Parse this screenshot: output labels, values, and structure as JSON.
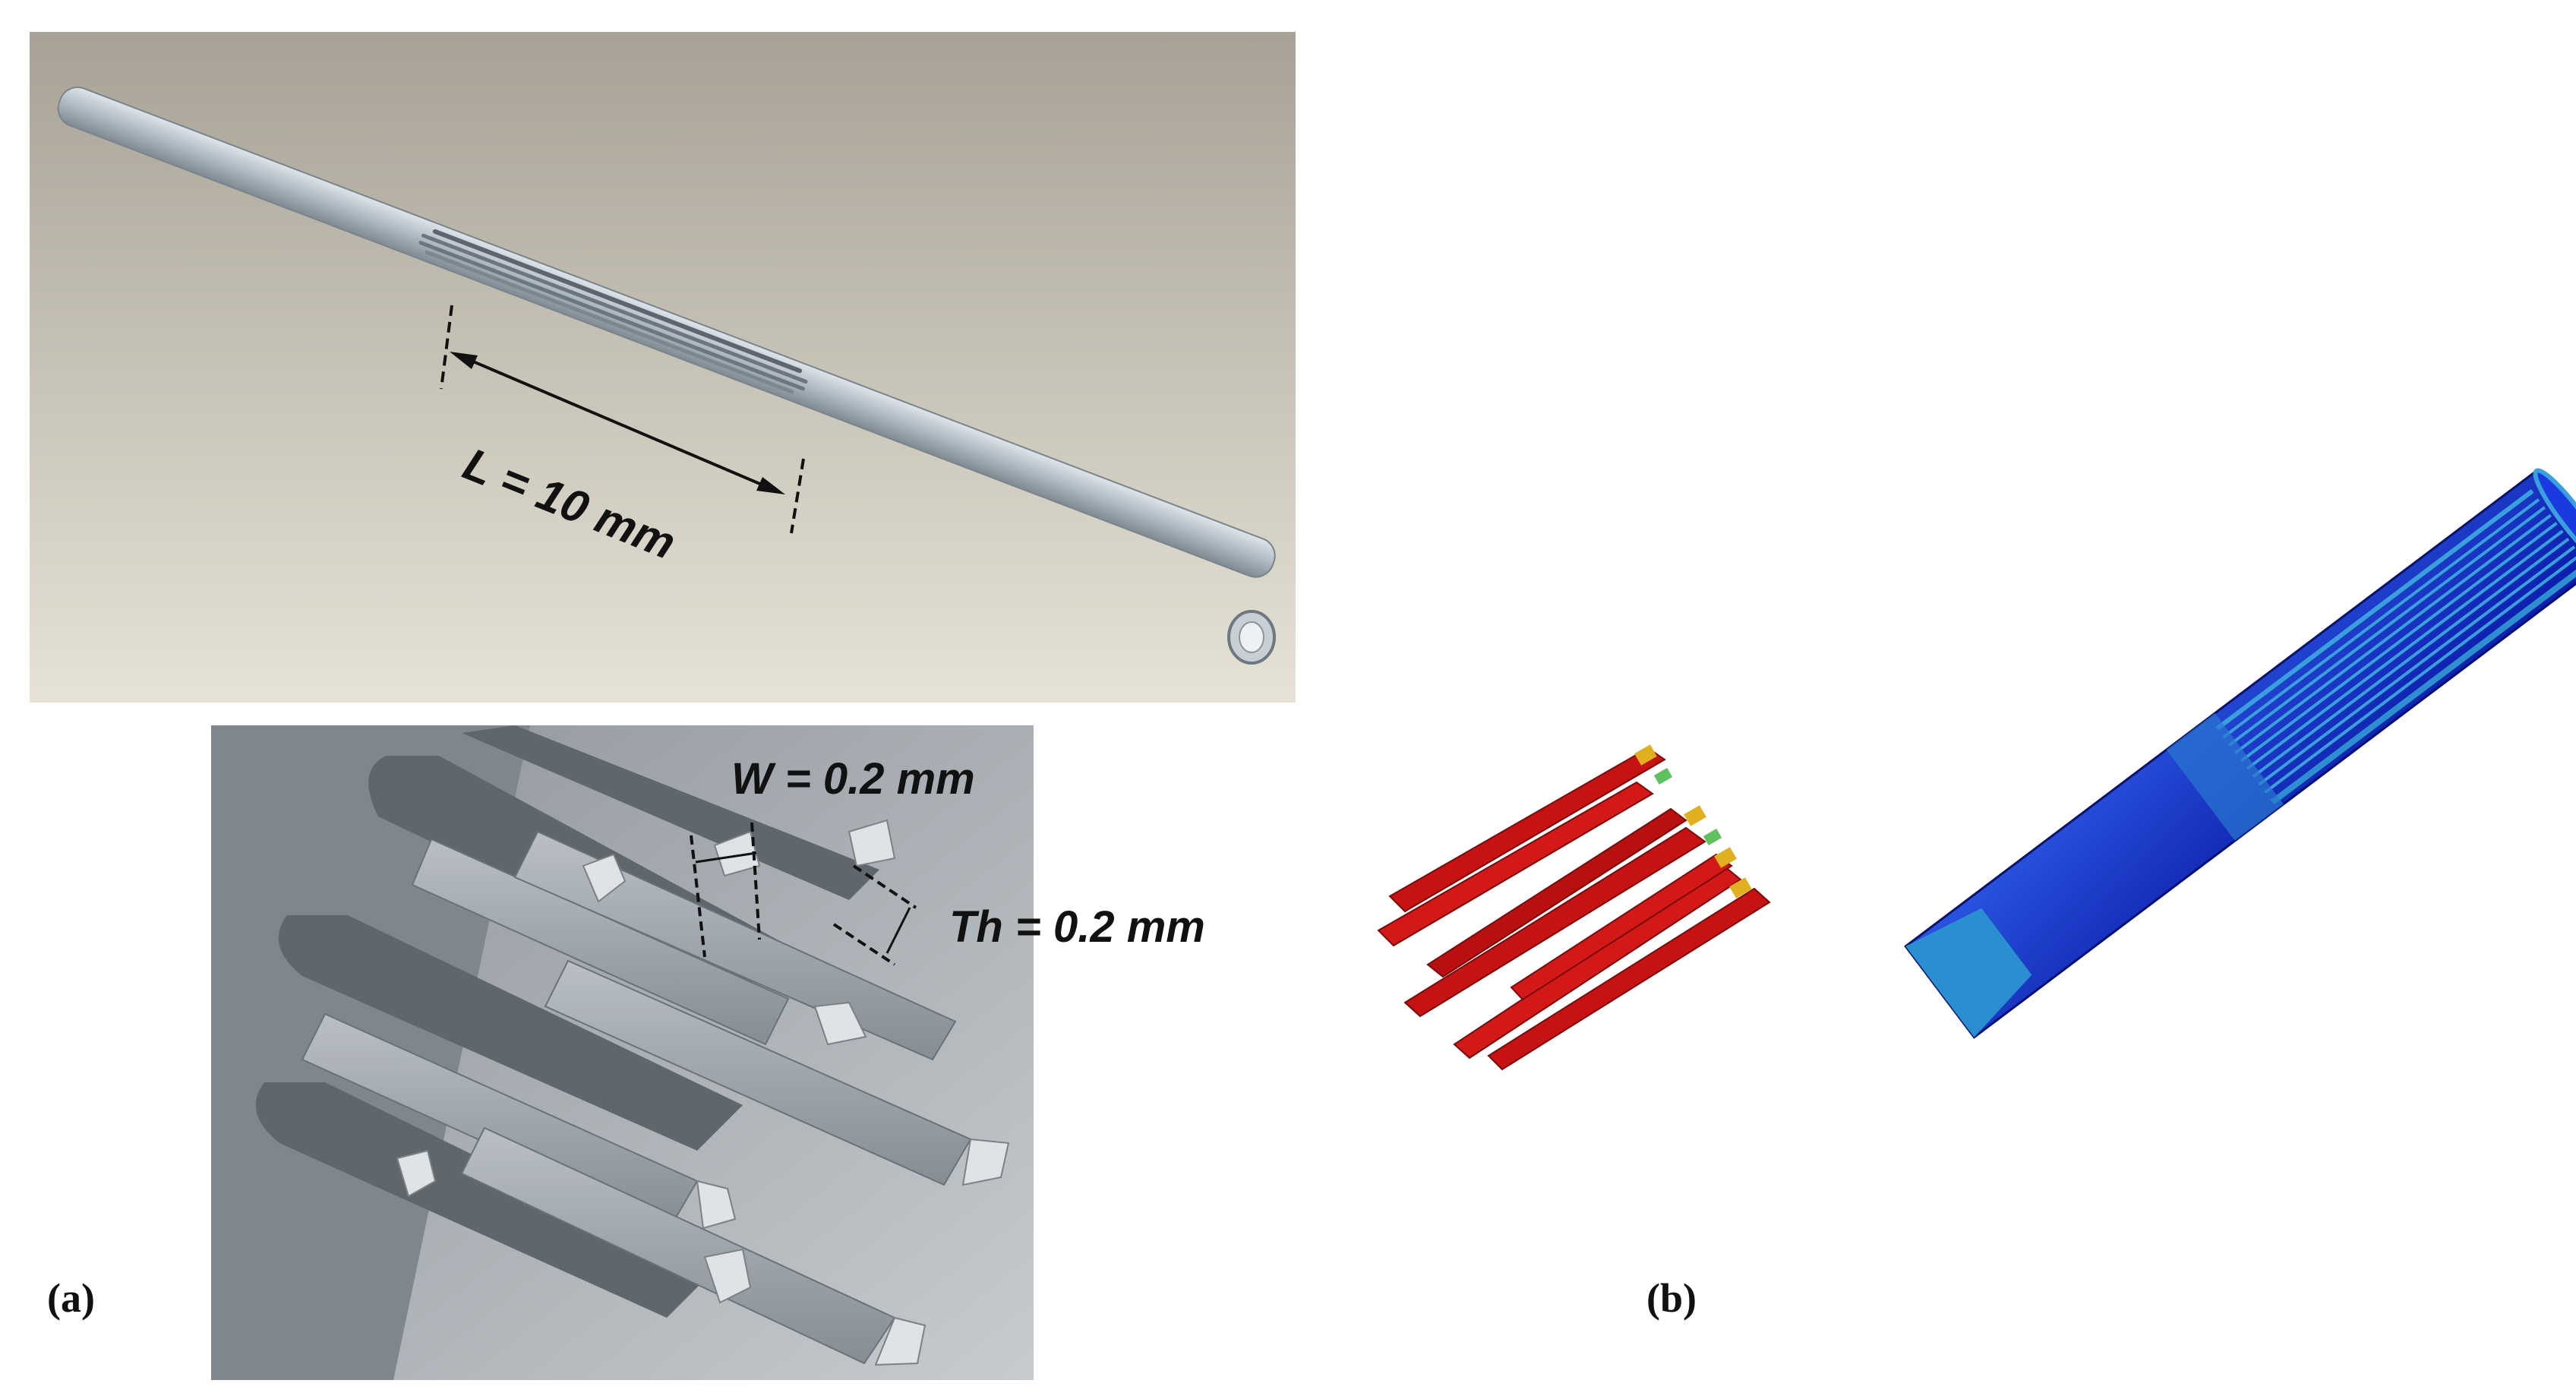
{
  "labels": {
    "panel_a": "(a)",
    "panel_b": "(b)"
  },
  "dimensions": {
    "length": "L = 10 mm",
    "width": "W = 0.2 mm",
    "thickness": "Th = 0.2 mm"
  },
  "colors": {
    "cad_background_top": "#a9a497",
    "cad_background_bottom": "#e4e1d3",
    "tube_gray": "#b6c0c8",
    "fea_blue": "#1a2fd0",
    "fea_light_blue": "#2a8fd0",
    "fea_red": "#d01515",
    "fea_yellow": "#e0b020"
  }
}
